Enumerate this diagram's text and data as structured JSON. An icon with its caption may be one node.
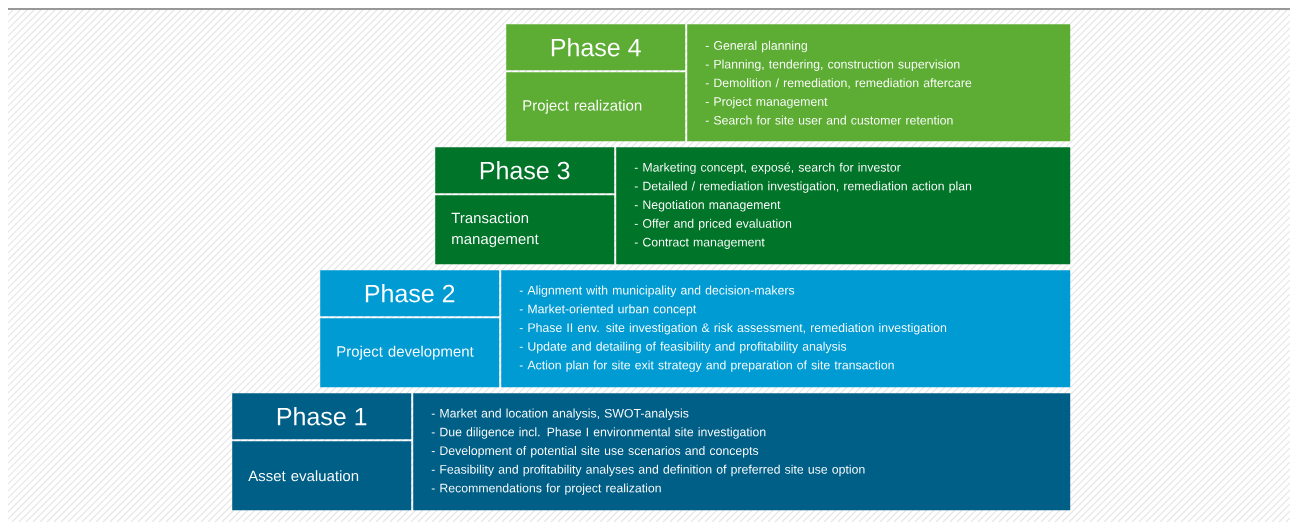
{
  "diagram": {
    "nodes": [
      {
        "text": [
          "Phase 4"
        ]
      },
      {
        "text": [
          "Project realization"
        ]
      },
      {
        "text": [
          "- General planning",
          "- Planning, tendering, construction supervision",
          "- Demolition / remediation, remediation aftercare",
          "- Project management",
          "- Search for site user and customer retention"
        ]
      },
      {
        "text": [
          "Phase 3"
        ]
      },
      {
        "text": [
          "Transaction management"
        ]
      },
      {
        "text": [
          "- Marketing concept, exposé, search for investor",
          "- Detailed / remediation investigation, remediation action plan",
          "- Negotiation management",
          "- Offer and priced evaluation",
          "- Contract management"
        ]
      },
      {
        "text": [
          "Phase 2"
        ]
      },
      {
        "text": [
          "Project development"
        ]
      },
      {
        "text": [
          "- Alignment with municipality and decision-makers",
          "- Market-oriented urban concept",
          "- Phase II env. site investigation & risk assessment, remediation investigation",
          "- Update and detailing of feasibility and profitability analysis",
          "- Action plan for site exit strategy and preparation of site transaction"
        ]
      },
      {
        "text": [
          "Phase 1"
        ]
      },
      {
        "text": [
          "Asset evaluation"
        ]
      },
      {
        "text": [
          "- Market and location analysis, SWOT-analysis",
          "- Due diligence incl. Phase I environmental site investigation",
          "- Development of potential site use scenarios and concepts",
          "- Feasibility and profitability analyses and definition of preferred site use option",
          "- Recommendations for project realization"
        ]
      }
    ]
  }
}
